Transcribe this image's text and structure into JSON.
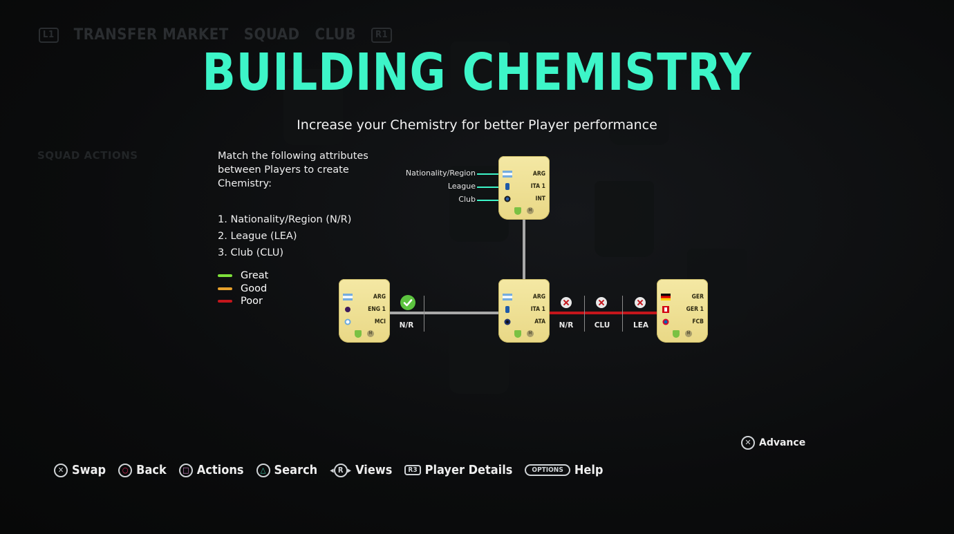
{
  "background_nav": {
    "left_button": "L1",
    "items": [
      "TRANSFER MARKET",
      "SQUAD",
      "CLUB"
    ],
    "right_button": "R1",
    "squad_actions": "SQUAD ACTIONS"
  },
  "title": "BUILDING CHEMISTRY",
  "subtitle": "Increase your Chemistry for better Player performance",
  "instructions": "Match the following attributes between Players to create Chemistry:",
  "attributes": [
    "1. Nationality/Region (N/R)",
    "2. League (LEA)",
    "3. Club (CLU)"
  ],
  "legend": [
    {
      "label": "Great",
      "color": "#7ee03a"
    },
    {
      "label": "Good",
      "color": "#e8a12c"
    },
    {
      "label": "Poor",
      "color": "#c4161c"
    }
  ],
  "annotation_labels": [
    "Nationality/Region",
    "League",
    "Club"
  ],
  "cards": {
    "top": {
      "nation": "ARG",
      "league": "ITA 1",
      "club": "INT"
    },
    "left": {
      "nation": "ARG",
      "league": "ENG 1",
      "club": "MCI"
    },
    "center": {
      "nation": "ARG",
      "league": "ITA 1",
      "club": "ATA"
    },
    "right": {
      "nation": "GER",
      "league": "GER 1",
      "club": "FCB"
    }
  },
  "links": {
    "left_center": {
      "label": "N/R",
      "status": "great"
    },
    "center_right": [
      {
        "label": "N/R",
        "status": "poor"
      },
      {
        "label": "CLU",
        "status": "poor"
      },
      {
        "label": "LEA",
        "status": "poor"
      }
    ]
  },
  "hints": [
    {
      "icon": "cross-icon",
      "label": "Swap"
    },
    {
      "icon": "circle-icon",
      "label": "Back"
    },
    {
      "icon": "square-icon",
      "label": "Actions"
    },
    {
      "icon": "triangle-icon",
      "label": "Search"
    },
    {
      "icon": "right-stick-icon",
      "label": "Views"
    },
    {
      "icon": "r3-icon",
      "label": "Player Details"
    },
    {
      "icon": "options-icon",
      "label": "Help"
    }
  ],
  "options_button": "OPTIONS",
  "r3_button": "R3",
  "advance": "Advance"
}
